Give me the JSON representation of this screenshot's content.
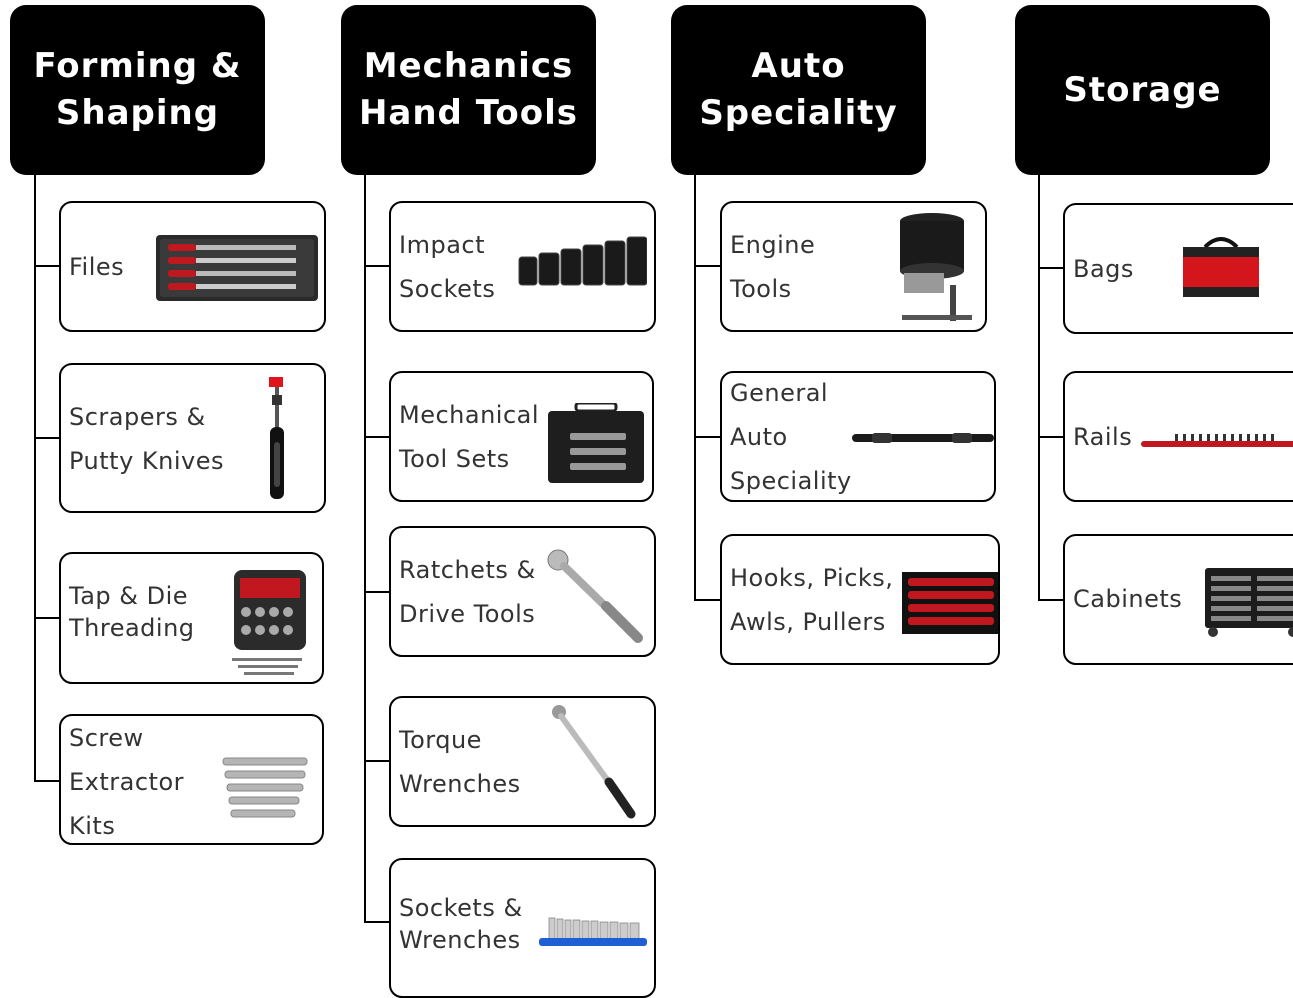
{
  "categories": [
    {
      "title": "Forming &\nShaping",
      "items": [
        {
          "label": "Files",
          "icon": "file-set-icon"
        },
        {
          "label": "Scrapers &\nPutty Knives",
          "icon": "scraper-icon"
        },
        {
          "label": "Tap & Die\nThreading",
          "icon": "tap-die-set-icon"
        },
        {
          "label": "Screw\nExtractor\nKits",
          "icon": "screw-extractor-icon"
        }
      ]
    },
    {
      "title": "Mechanics\nHand Tools",
      "items": [
        {
          "label": "Impact\nSockets",
          "icon": "impact-sockets-icon"
        },
        {
          "label": "Mechanical\nTool Sets",
          "icon": "tool-chest-icon"
        },
        {
          "label": "Ratchets &\nDrive Tools",
          "icon": "ratchet-icon"
        },
        {
          "label": "Torque\nWrenches",
          "icon": "torque-wrench-icon"
        },
        {
          "label": "Sockets &\nWrenches",
          "icon": "socket-rail-icon"
        }
      ]
    },
    {
      "title": "Auto\nSpeciality",
      "items": [
        {
          "label": "Engine\nTools",
          "icon": "piston-ring-compressor-icon"
        },
        {
          "label": "General\nAuto\nSpeciality",
          "icon": "rod-tool-icon"
        },
        {
          "label": "Hooks, Picks,\n Awls, Pullers",
          "icon": "pick-set-icon"
        }
      ]
    },
    {
      "title": "Storage",
      "items": [
        {
          "label": "Bags",
          "icon": "tool-bag-icon"
        },
        {
          "label": "Rails",
          "icon": "socket-rail-red-icon"
        },
        {
          "label": "Cabinets",
          "icon": "tool-cabinet-icon"
        }
      ]
    }
  ],
  "colors": {
    "header_bg": "#000000",
    "header_text": "#ffffff",
    "label_text": "#333333",
    "accent_red": "#c0181e"
  }
}
